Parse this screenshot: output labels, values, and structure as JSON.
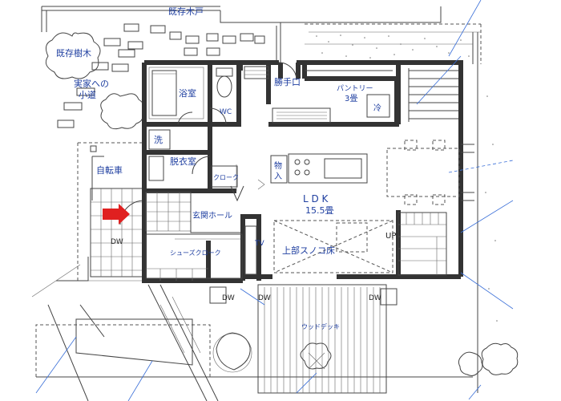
{
  "rooms": {
    "existing_gate": "既存木戸",
    "existing_tree": "既存樹木",
    "path_to_home_1": "実家への",
    "path_to_home_2": "小道",
    "bathroom": "浴室",
    "wc": "WC",
    "back_door": "勝手口",
    "pantry_1": "パントリー",
    "pantry_2": "3畳",
    "fridge": "冷",
    "wash": "洗",
    "dressing_room": "脱衣室",
    "bicycle": "自転車",
    "cloak": "クローク",
    "storage_1": "物",
    "storage_2": "入",
    "ldk_1": "L D K",
    "ldk_2": "15.5畳",
    "entrance_hall": "玄関ホール",
    "shoes_cloak": "シューズクローク",
    "tv": "TV",
    "upper_slatted_floor": "上部スノコ床",
    "up": "UP",
    "wood_deck": "ウッドデッキ"
  },
  "doors": [
    "DW",
    "DW",
    "DW",
    "DW"
  ],
  "colors": {
    "label": "#1f3fa0",
    "wall": "#333333",
    "arrow": "#e02020",
    "guide": "#3a6fd8"
  }
}
